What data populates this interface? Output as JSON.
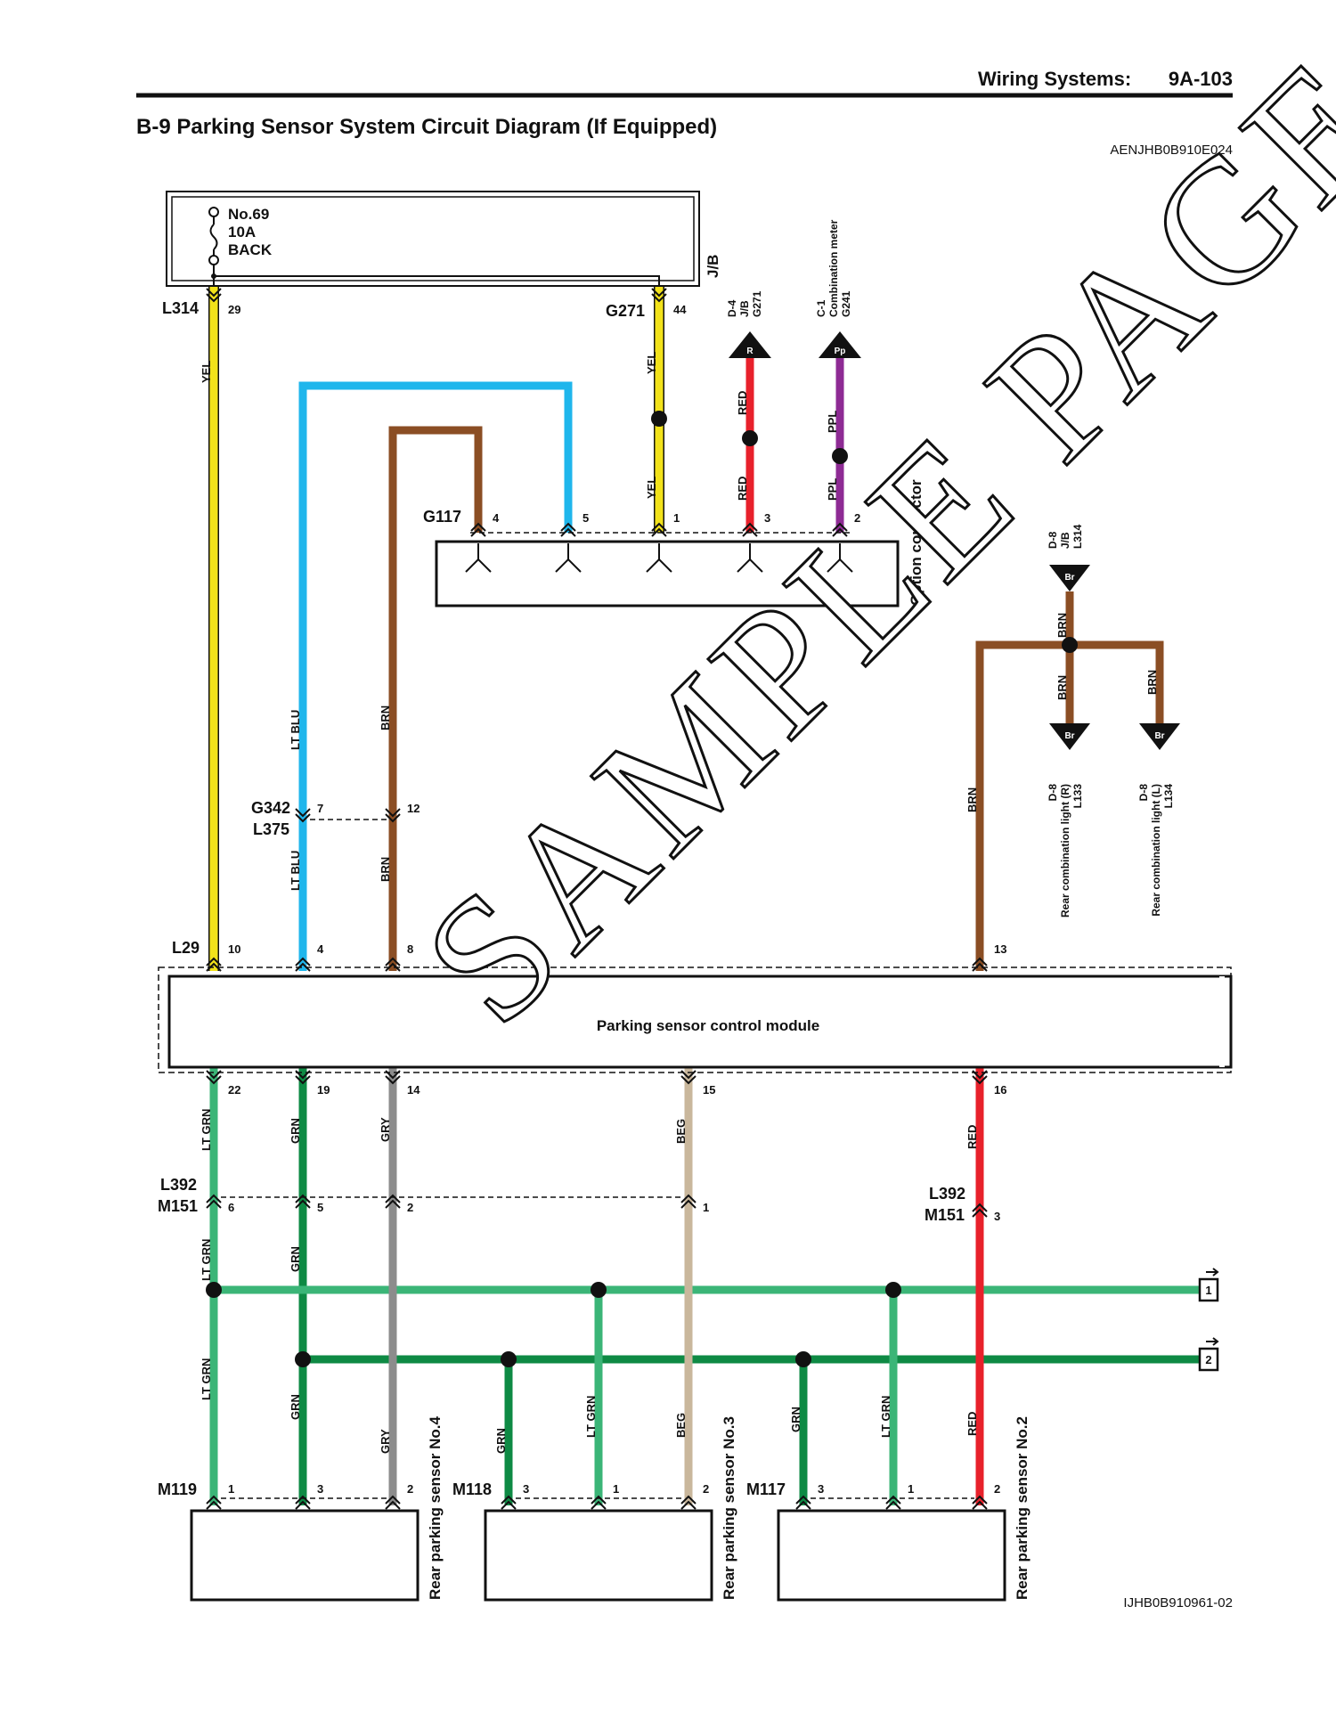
{
  "header": {
    "section": "Wiring Systems:",
    "page_number": "9A-103",
    "title": "B-9 Parking Sensor System Circuit Diagram (If Equipped)",
    "diagram_code": "AENJHB0B910E024",
    "footer_code": "IJHB0B910961-02"
  },
  "watermark": "SAMPLE PAGE",
  "colors": {
    "YEL": "#f2e21a",
    "LT_BLU": "#1fb6ec",
    "BRN": "#8b4e24",
    "RED": "#e8212b",
    "PPL": "#8e2b94",
    "LT_GRN": "#3bb577",
    "GRN": "#0e8a44",
    "GRY": "#8c8c8c",
    "BEG": "#c9b79c"
  },
  "junction_block": {
    "label": "J/B",
    "fuse": [
      "No.69",
      "10A",
      "BACK"
    ]
  },
  "connectors": {
    "L314": "L314",
    "G271": "G271",
    "G117": "G117",
    "G342": "G342",
    "L375": "L375",
    "L29": "L29",
    "L392_a": "L392",
    "M151_a": "M151",
    "L392_b": "L392",
    "M151_b": "M151",
    "M119": "M119",
    "M118": "M118",
    "M117": "M117"
  },
  "pins": {
    "p29": "29",
    "p44": "44",
    "g117_4": "4",
    "g117_5": "5",
    "g117_1": "1",
    "g117_3": "3",
    "g117_2": "2",
    "g342_7": "7",
    "g342_12": "12",
    "l29_10": "10",
    "l29_4": "4",
    "l29_8": "8",
    "l29_13": "13",
    "m_22": "22",
    "m_19": "19",
    "m_14": "14",
    "m_15": "15",
    "m_16": "16",
    "m151_6": "6",
    "m151_5": "5",
    "m151_2": "2",
    "m151_1": "1",
    "m151_3": "3",
    "m119_1": "1",
    "m119_3": "3",
    "m119_2": "2",
    "m118_3": "3",
    "m118_1": "1",
    "m118_2": "2",
    "m117_3": "3",
    "m117_1": "1",
    "m117_2": "2"
  },
  "wire_labels": {
    "yel_main": "YEL",
    "yel_g271_top": "YEL",
    "yel_g271_bottom": "YEL",
    "red_top": "RED",
    "red_bottom": "RED",
    "ppl_top": "PPL",
    "ppl_bottom": "PPL",
    "ltblu_top": "LT BLU",
    "ltblu_bottom": "LT BLU",
    "brn_top": "BRN",
    "brn_bottom": "BRN",
    "brn_right": "BRN",
    "brn_br_top": "BRN",
    "brn_br_left": "BRN",
    "brn_br_right": "BRN",
    "ltgrn_22": "LT GRN",
    "grn_19": "GRN",
    "gry_14": "GRY",
    "beg_15": "BEG",
    "red_16": "RED",
    "ltgrn_mid": "LT GRN",
    "grn_mid": "GRN",
    "ltgrn_low": "LT GRN",
    "grn_low": "GRN",
    "gry_low": "GRY",
    "grn_m118": "GRN",
    "ltgrn_m118": "LT GRN",
    "beg_m118": "BEG",
    "grn_m117": "GRN",
    "ltgrn_m117": "LT GRN",
    "red_m117": "RED"
  },
  "references": {
    "d4": [
      "D-4",
      "J/B",
      "G271"
    ],
    "c1": [
      "C-1",
      "Combination meter",
      "G241"
    ],
    "d8_top": [
      "D-8",
      "J/B",
      "L314"
    ],
    "d8_r": [
      "D-8",
      "Rear combination light (R)",
      "L133"
    ],
    "d8_l": [
      "D-8",
      "Rear combination light (L)",
      "L134"
    ]
  },
  "markers": {
    "R": "R",
    "Pp": "Pp",
    "Br_top": "Br",
    "Br_left": "Br",
    "Br_right": "Br"
  },
  "modules": {
    "option_connector": "Option connector",
    "control_module": "Parking sensor control module",
    "sensor_4": "Rear parking sensor No.4",
    "sensor_3": "Rear parking sensor No.3",
    "sensor_2": "Rear parking sensor No.2"
  },
  "continuations": {
    "c1": "1",
    "c2": "2"
  }
}
